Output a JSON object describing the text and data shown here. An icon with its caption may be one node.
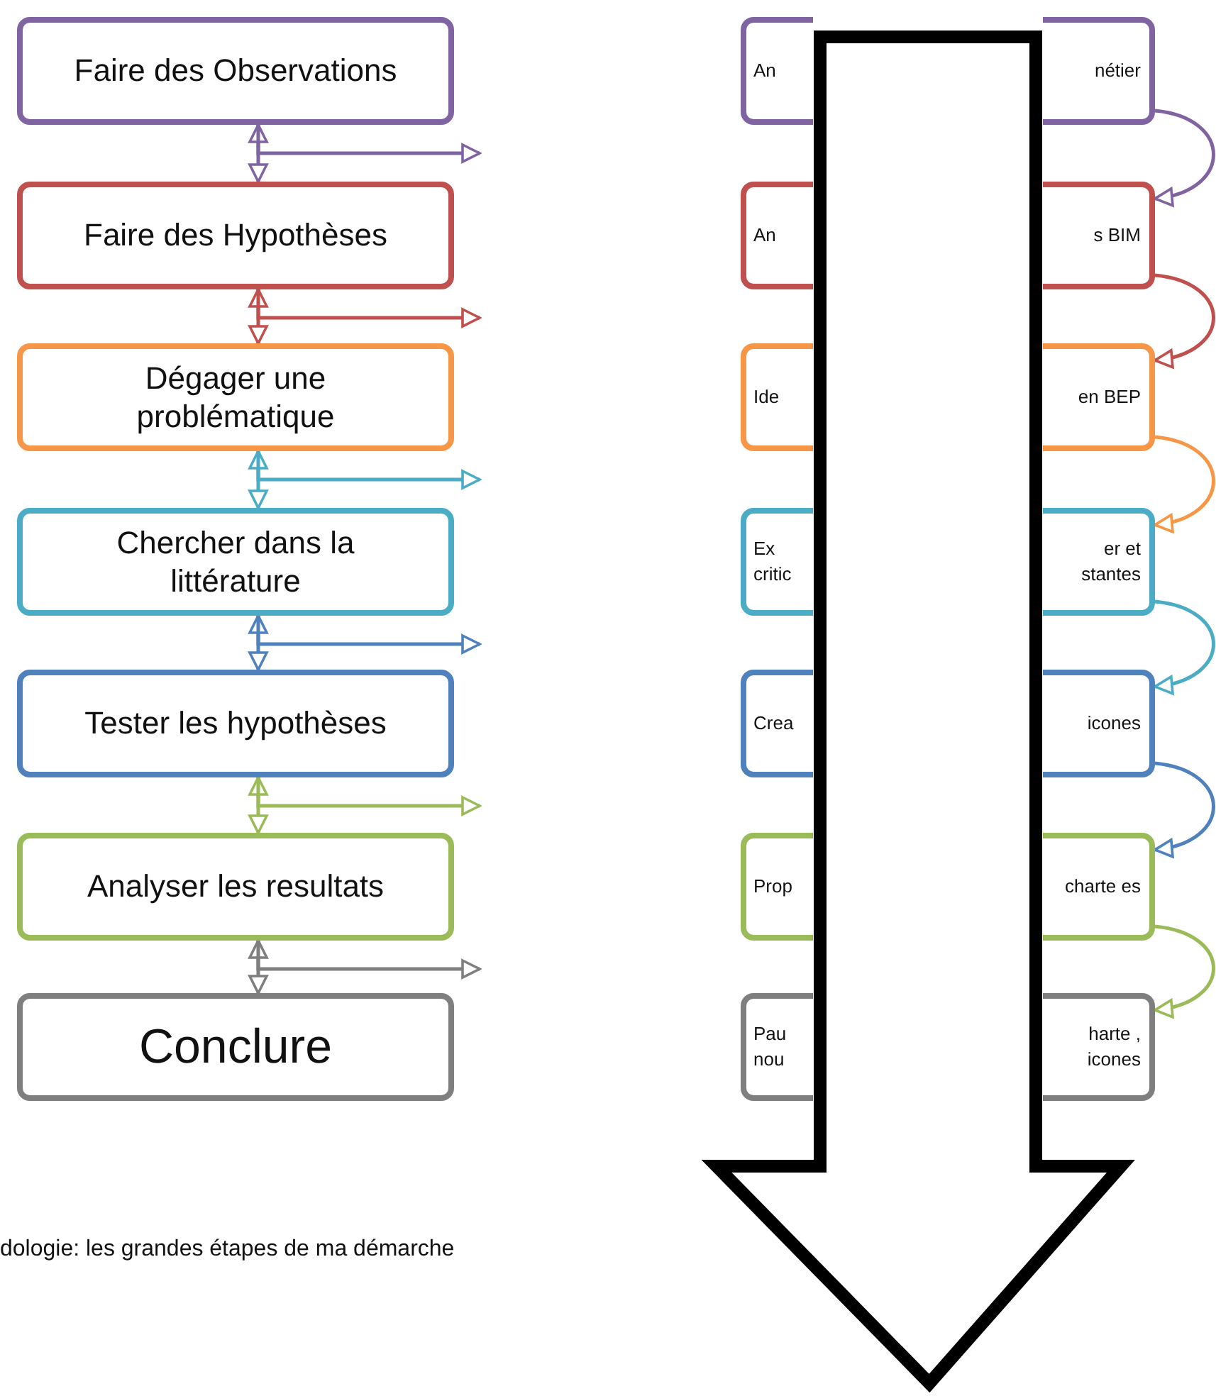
{
  "diagram": {
    "caption": "dologie: les grandes étapes de ma démarche",
    "nodes": [
      {
        "text": [
          "Faire des Observations"
        ]
      },
      {
        "text": [
          "Faire des Hypothèses"
        ]
      },
      {
        "text": [
          "Dégager une problématique"
        ]
      },
      {
        "text": [
          "Chercher dans la littérature"
        ]
      },
      {
        "text": [
          "Tester les hypothèses"
        ]
      },
      {
        "text": [
          "Analyser les resultats"
        ]
      },
      {
        "text": [
          "Conclure"
        ]
      },
      {
        "text": [
          "An",
          "nétier"
        ]
      },
      {
        "text": [
          "An",
          "s BIM"
        ]
      },
      {
        "text": [
          "Ide",
          "en BEP"
        ]
      },
      {
        "text": [
          "Ex critic",
          "er et stantes"
        ]
      },
      {
        "text": [
          "Crea",
          "icones"
        ]
      },
      {
        "text": [
          "Prop",
          "charte es"
        ]
      },
      {
        "text": [
          "Pau nou",
          "harte , icones"
        ]
      },
      {
        "text": [],
        "shape": "arrow"
      }
    ],
    "edges": [
      {
        "from": 0,
        "to": 1,
        "arrow": "both",
        "color": "#8064a2"
      },
      {
        "from": 0,
        "to": null,
        "arrow": "to",
        "color": "#8064a2"
      },
      {
        "from": 1,
        "to": 2,
        "arrow": "both",
        "color": "#c0504d"
      },
      {
        "from": 1,
        "to": null,
        "arrow": "to",
        "color": "#c0504d"
      },
      {
        "from": 2,
        "to": 3,
        "arrow": "both",
        "color": "#4bacc6"
      },
      {
        "from": 2,
        "to": null,
        "arrow": "to",
        "color": "#4bacc6"
      },
      {
        "from": 3,
        "to": 4,
        "arrow": "both",
        "color": "#4f81bd"
      },
      {
        "from": 3,
        "to": null,
        "arrow": "to",
        "color": "#4f81bd"
      },
      {
        "from": 4,
        "to": 5,
        "arrow": "both",
        "color": "#9bbb59"
      },
      {
        "from": 4,
        "to": null,
        "arrow": "to",
        "color": "#9bbb59"
      },
      {
        "from": 5,
        "to": 6,
        "arrow": "both",
        "color": "#7f7f7f"
      },
      {
        "from": 5,
        "to": null,
        "arrow": "to",
        "color": "#7f7f7f"
      },
      {
        "from": 7,
        "to": 8,
        "arrow": "to",
        "color": "#8064a2"
      },
      {
        "from": 8,
        "to": 9,
        "arrow": "to",
        "color": "#c0504d"
      },
      {
        "from": 9,
        "to": 10,
        "arrow": "to",
        "color": "#f79646"
      },
      {
        "from": 10,
        "to": 11,
        "arrow": "to",
        "color": "#4bacc6"
      },
      {
        "from": 11,
        "to": 12,
        "arrow": "to",
        "color": "#4f81bd"
      },
      {
        "from": 12,
        "to": 13,
        "arrow": "to",
        "color": "#9bbb59"
      }
    ]
  }
}
